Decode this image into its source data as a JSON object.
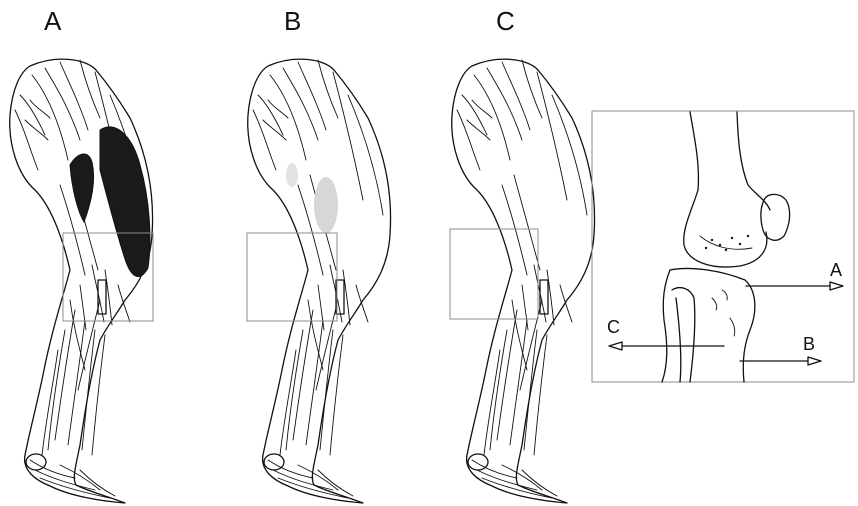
{
  "panels": [
    {
      "label": "A",
      "highlight": "dark",
      "highlight_color": "#1a1a1a"
    },
    {
      "label": "B",
      "highlight": "light",
      "highlight_color": "#d7d7d7"
    },
    {
      "label": "C",
      "highlight": "none",
      "highlight_color": ""
    }
  ],
  "knee_inset": {
    "arrows": [
      {
        "label": "A",
        "direction": "right"
      },
      {
        "label": "B",
        "direction": "right"
      },
      {
        "label": "C",
        "direction": "left"
      }
    ]
  }
}
